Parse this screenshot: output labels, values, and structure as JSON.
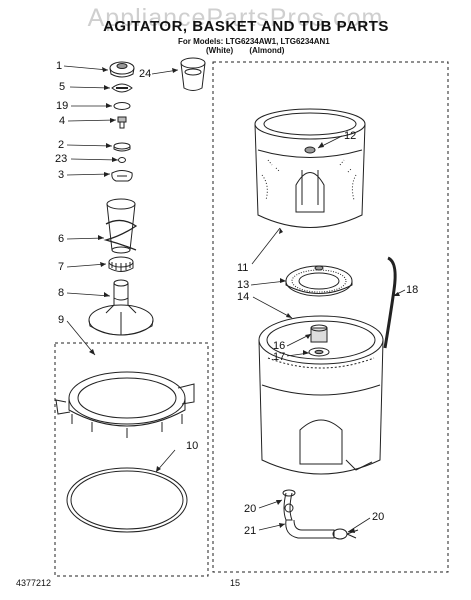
{
  "watermark": "AppliancePartsPros.com",
  "title": "AGITATOR, BASKET AND TUB PARTS",
  "models": "For Models: LTG6234AW1, LTG6234AN1",
  "variants": [
    "(White)",
    "(Almond)"
  ],
  "footer": {
    "doc_number": "4377212",
    "page_number": "15"
  },
  "callouts": [
    "1",
    "5",
    "19",
    "4",
    "2",
    "23",
    "3",
    "6",
    "7",
    "8",
    "9",
    "10",
    "24",
    "12",
    "11",
    "13",
    "14",
    "16",
    "17",
    "18",
    "20",
    "21",
    "20"
  ]
}
